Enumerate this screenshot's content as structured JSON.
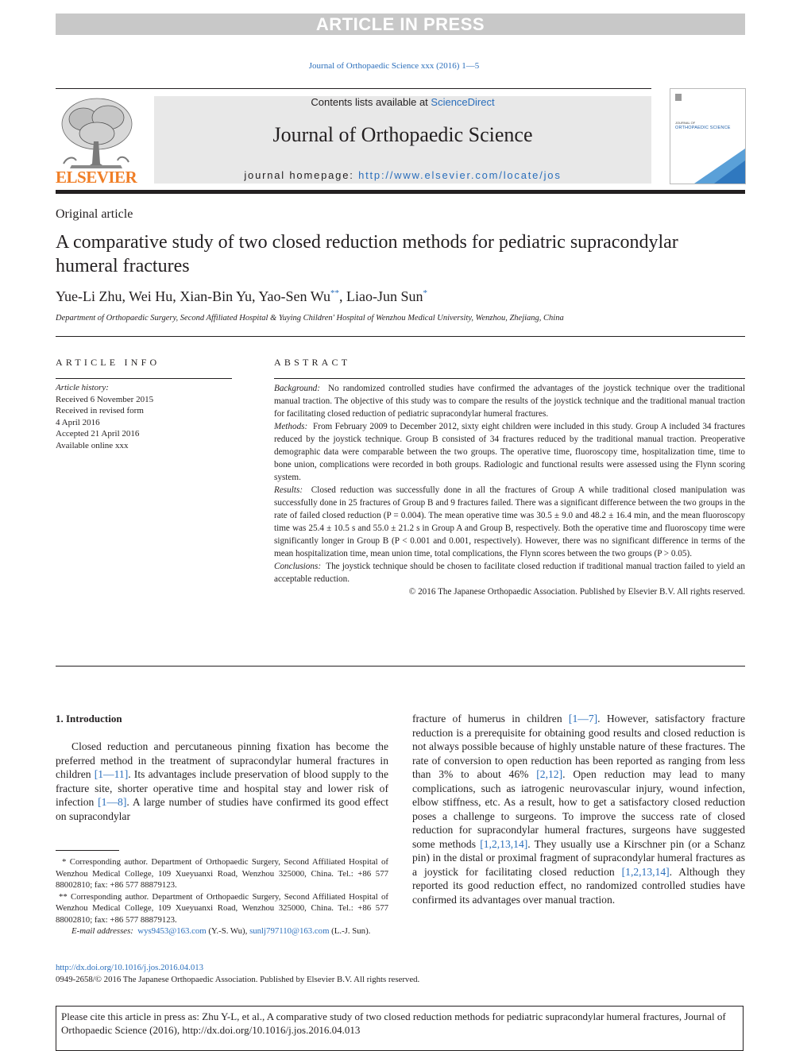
{
  "banner": {
    "text": "ARTICLE IN PRESS"
  },
  "journal_ref": "Journal of Orthopaedic Science xxx (2016) 1—5",
  "header": {
    "contents_prefix": "Contents lists available at ",
    "contents_link": "ScienceDirect",
    "journal_title": "Journal of Orthopaedic Science",
    "homepage_prefix": "journal homepage: ",
    "homepage_url": "http://www.elsevier.com/locate/jos",
    "publisher_logo_text": "ELSEVIER",
    "cover_title": "ORTHOPAEDIC SCIENCE",
    "cover_kicker": "JOURNAL OF"
  },
  "article": {
    "type": "Original article",
    "title": "A comparative study of two closed reduction methods for pediatric supracondylar humeral fractures",
    "authors": {
      "a1": "Yue-Li Zhu, Wei Hu, Xian-Bin Yu, Yao-Sen Wu",
      "mark1": "**",
      "sep": ", ",
      "a2": "Liao-Jun Sun",
      "mark2": "*"
    },
    "affiliation": "Department of Orthopaedic Surgery, Second Affiliated Hospital & Yuying Children' Hospital of Wenzhou Medical University, Wenzhou, Zhejiang, China"
  },
  "article_info": {
    "heading": "ARTICLE INFO",
    "history_label": "Article history:",
    "history": [
      "Received 6 November 2015",
      "Received in revised form",
      "4 April 2016",
      "Accepted 21 April 2016",
      "Available online xxx"
    ]
  },
  "abstract": {
    "heading": "ABSTRACT",
    "background_label": "Background:",
    "background": "No randomized controlled studies have confirmed the advantages of the joystick technique over the traditional manual traction. The objective of this study was to compare the results of the joystick technique and the traditional manual traction for facilitating closed reduction of pediatric supracondylar humeral fractures.",
    "methods_label": "Methods:",
    "methods": "From February 2009 to December 2012, sixty eight children were included in this study. Group A included 34 fractures reduced by the joystick technique. Group B consisted of 34 fractures reduced by the traditional manual traction. Preoperative demographic data were comparable between the two groups. The operative time, fluoroscopy time, hospitalization time, time to bone union, complications were recorded in both groups. Radiologic and functional results were assessed using the Flynn scoring system.",
    "results_label": "Results:",
    "results": "Closed reduction was successfully done in all the fractures of Group A while traditional closed manipulation was successfully done in 25 fractures of Group B and 9 fractures failed. There was a significant difference between the two groups in the rate of failed closed reduction (P = 0.004). The mean operative time was 30.5 ± 9.0 and 48.2 ± 16.4 min, and the mean fluoroscopy time was 25.4 ± 10.5 s and 55.0 ± 21.2 s in Group A and Group B, respectively. Both the operative time and fluoroscopy time were significantly longer in Group B (P < 0.001 and 0.001, respectively). However, there was no significant difference in terms of the mean hospitalization time, mean union time, total complications, the Flynn scores between the two groups (P > 0.05).",
    "conclusions_label": "Conclusions:",
    "conclusions": "The joystick technique should be chosen to facilitate closed reduction if traditional manual traction failed to yield an acceptable reduction.",
    "copyright": "© 2016 The Japanese Orthopaedic Association. Published by Elsevier B.V. All rights reserved."
  },
  "intro": {
    "heading": "1.  Introduction",
    "left_p1a": "Closed reduction and percutaneous pinning fixation has become the preferred method in the treatment of supracondylar humeral fractures in children ",
    "left_ref1": "[1—11]",
    "left_p1b": ". Its advantages include preservation of blood supply to the fracture site, shorter operative time and hospital stay and lower risk of infection ",
    "left_ref2": "[1—8]",
    "left_p1c": ". A large number of studies have confirmed its good effect on supracondylar",
    "right_a": "fracture of humerus in children ",
    "right_ref1": "[1—7]",
    "right_b": ". However, satisfactory fracture reduction is a prerequisite for obtaining good results and closed reduction is not always possible because of highly unstable nature of these fractures. The rate of conversion to open reduction has been reported as ranging from less than 3% to about 46% ",
    "right_ref2": "[2,12]",
    "right_c": ". Open reduction may lead to many complications, such as iatrogenic neurovascular injury, wound infection, elbow stiffness, etc. As a result, how to get a satisfactory closed reduction poses a challenge to surgeons. To improve the success rate of closed reduction for supracondylar humeral fractures, surgeons have suggested some methods ",
    "right_ref3": "[1,2,13,14]",
    "right_d": ". They usually use a Kirschner pin (or a Schanz pin) in the distal or proximal fragment of supracondylar humeral fractures as a joystick for facilitating closed reduction ",
    "right_ref4": "[1,2,13,14]",
    "right_e": ". Although they reported its good reduction effect, no randomized controlled studies have confirmed its advantages over manual traction."
  },
  "footnotes": {
    "fn1": "* Corresponding author. Department of Orthopaedic Surgery, Second Affiliated Hospital of Wenzhou Medical College, 109 Xueyuanxi Road, Wenzhou 325000, China. Tel.: +86 577 88002810; fax: +86 577 88879123.",
    "fn2": "** Corresponding author. Department of Orthopaedic Surgery, Second Affiliated Hospital of Wenzhou Medical College, 109 Xueyuanxi Road, Wenzhou 325000, China. Tel.: +86 577 88002810; fax: +86 577 88879123.",
    "email_label": "E-mail addresses:",
    "email1": "wys9453@163.com",
    "email1_who": " (Y.-S. Wu), ",
    "email2": "sunlj797110@163.com",
    "email2_who": " (L.-J. Sun)."
  },
  "doi": "http://dx.doi.org/10.1016/j.jos.2016.04.013",
  "issn_line": "0949-2658/© 2016 The Japanese Orthopaedic Association. Published by Elsevier B.V. All rights reserved.",
  "citation": "Please cite this article in press as: Zhu Y-L, et al., A comparative study of two closed reduction methods for pediatric supracondylar humeral fractures, Journal of Orthopaedic Science (2016), http://dx.doi.org/10.1016/j.jos.2016.04.013",
  "colors": {
    "link": "#2a6ebb",
    "elsevier_orange": "#f07e26",
    "banner_grey": "#c8c8c8",
    "header_grey": "#e8e8e8"
  }
}
